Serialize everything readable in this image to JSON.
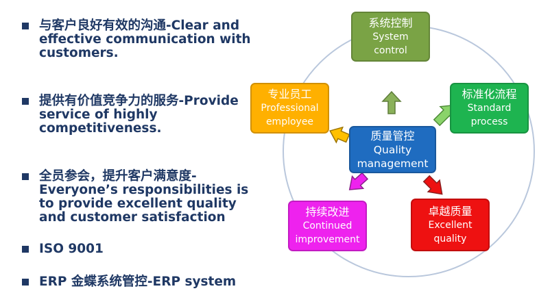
{
  "bullets": [
    {
      "text": "与客户良好有效的沟通-Clear and effective communication with customers."
    },
    {
      "text": "提供有价值竞争力的服务-Provide service of highly competitiveness."
    },
    {
      "text": "全员参会，提升客户满意度-Everyone’s responsibilities is to  provide excellent quality and customer satisfaction"
    },
    {
      "text": "ISO 9001"
    },
    {
      "text": "ERP 金蝶系统管控-ERP system"
    }
  ],
  "diagram": {
    "center": {
      "zh": "质量管控",
      "en1": "Quality",
      "en2": "management",
      "color": "#1f6cc0"
    },
    "nodes": {
      "top": {
        "zh": "系统控制",
        "en1": "System",
        "en2": "control",
        "color": "#7aa345"
      },
      "right": {
        "zh": "标准化流程",
        "en1": "Standard",
        "en2": "process",
        "color": "#1eb450"
      },
      "br": {
        "zh": "卓越质量",
        "en1": "Excellent",
        "en2": "quality",
        "color": "#ee1111"
      },
      "bl": {
        "zh": "持续改进",
        "en1": "Continued",
        "en2": "improvement",
        "color": "#ee22ee"
      },
      "left": {
        "zh": "专业员工",
        "en1": "Professional",
        "en2": "employee",
        "color": "#ffb000"
      }
    },
    "ring_color": "#b9c7dc"
  }
}
